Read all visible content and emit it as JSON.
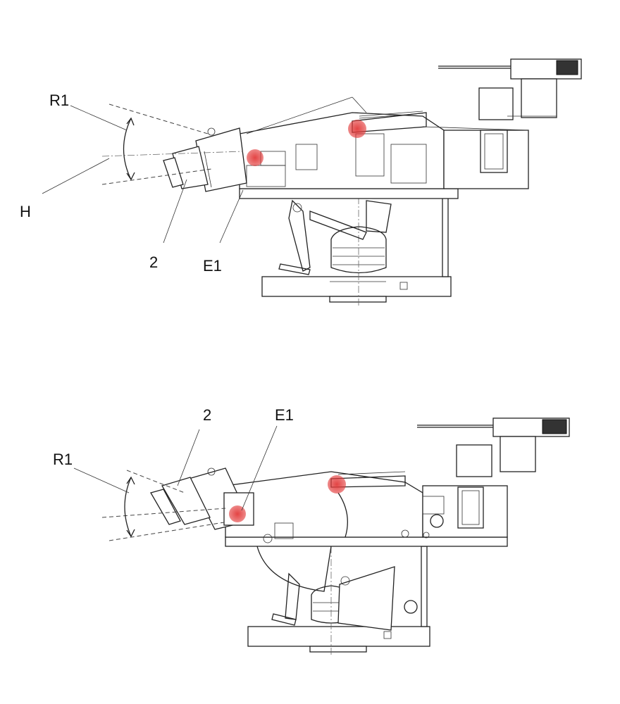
{
  "figures": [
    {
      "labels": {
        "angle": "R1",
        "axis": "H",
        "part": "2",
        "point": "E1"
      }
    },
    {
      "labels": {
        "angle": "R1",
        "part": "2",
        "point": "E1"
      }
    }
  ],
  "colors": {
    "marker": "#e23a3a",
    "line": "#222222"
  }
}
